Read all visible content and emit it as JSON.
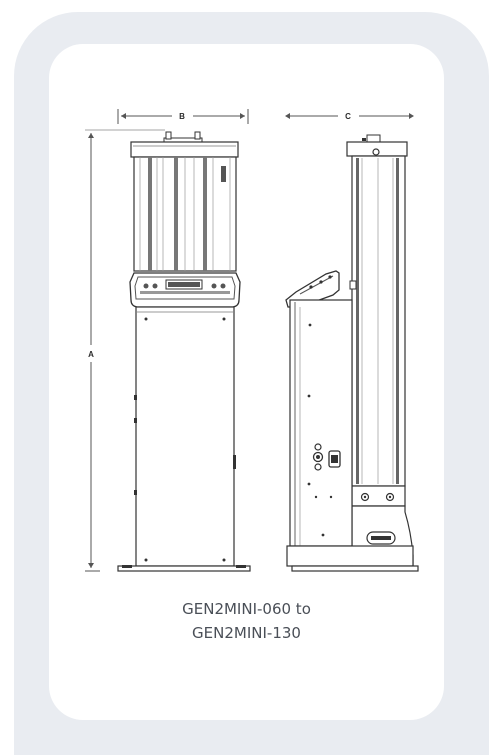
{
  "dimensions": {
    "height_label": "A",
    "width_label": "B",
    "depth_label": "C"
  },
  "caption": {
    "line1": "GEN2MINI-060 to",
    "line2": "GEN2MINI-130"
  },
  "colors": {
    "outer_background": "#e9ecf1",
    "card_background": "#ffffff",
    "drawing_stroke": "#333333",
    "caption_text": "#4a4f57"
  }
}
